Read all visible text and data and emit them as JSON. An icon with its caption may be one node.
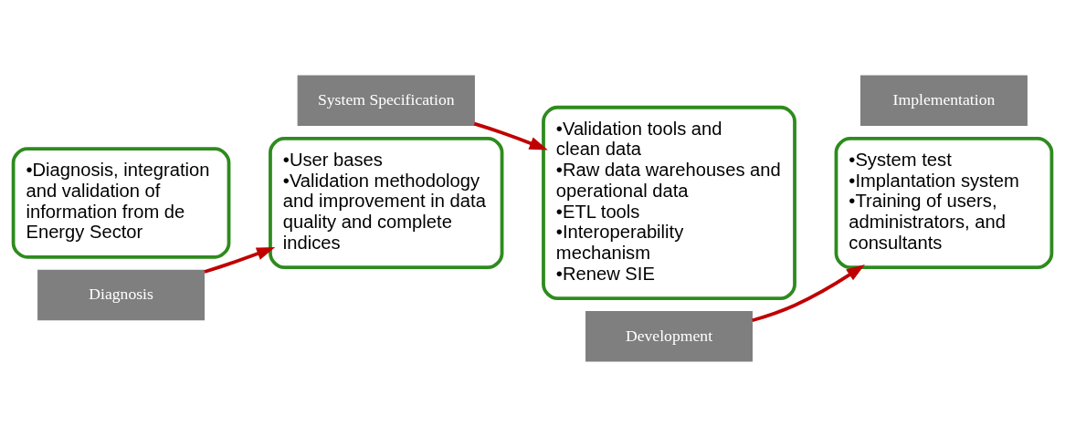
{
  "diagram": {
    "nodes": [
      {
        "text": [
          "•Diagnosis, integration and validation of information from de Energy Sector"
        ]
      },
      {
        "text": [
          "Diagnosis"
        ]
      },
      {
        "text": [
          "•User bases",
          "•Validation methodology and improvement in data quality and complete indices"
        ]
      },
      {
        "text": [
          "System Specification"
        ]
      },
      {
        "text": [
          "•Validation tools and clean data",
          "•Raw data warehouses and operational data",
          "•ETL tools",
          "•Interoperability mechanism",
          "•Renew SIE"
        ]
      },
      {
        "text": [
          "Development"
        ]
      },
      {
        "text": [
          "•System test",
          "•Implantation system",
          "•Training of users, administrators, and consultants"
        ]
      },
      {
        "text": [
          "Implementation"
        ]
      }
    ],
    "edges": [
      {
        "from": 1,
        "to": 2,
        "arrow": "to"
      },
      {
        "from": 3,
        "to": 4,
        "arrow": "to"
      },
      {
        "from": 5,
        "to": 6,
        "arrow": "to"
      }
    ]
  }
}
